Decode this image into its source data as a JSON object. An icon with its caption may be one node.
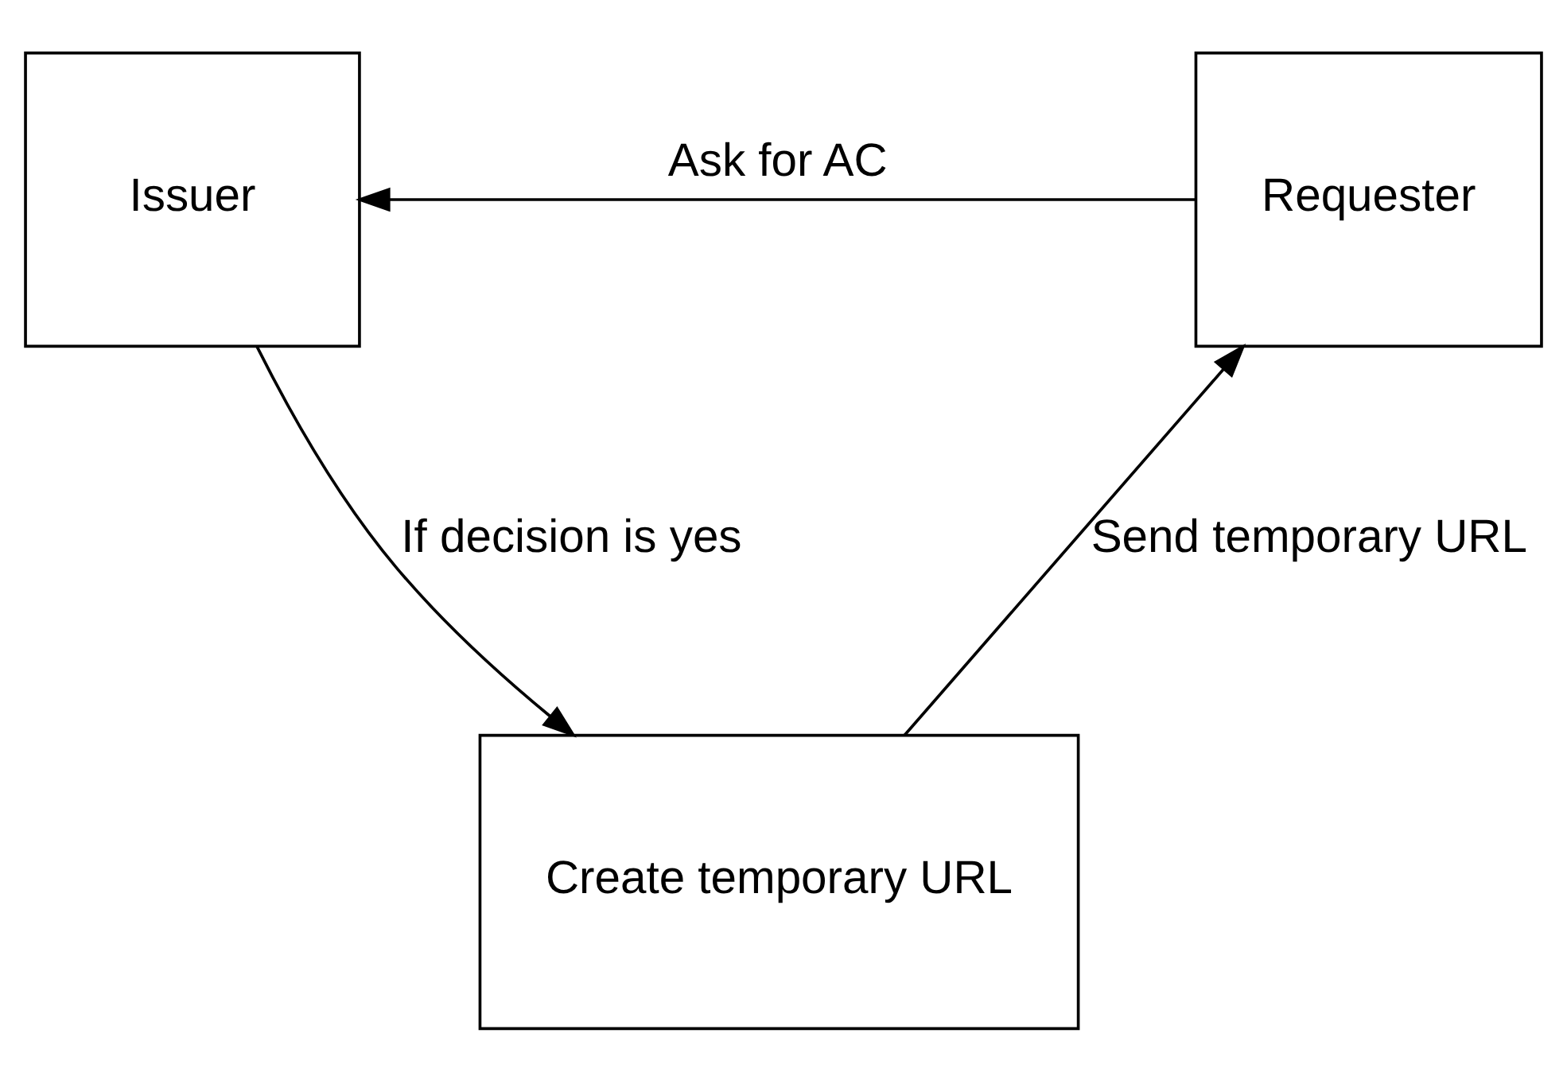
{
  "diagram": {
    "nodes": [
      {
        "text": [
          "Issuer"
        ]
      },
      {
        "text": [
          "Requester"
        ]
      },
      {
        "text": [
          "Create temporary URL"
        ]
      }
    ],
    "edges": [
      {
        "from": 1,
        "to": 0,
        "arrow": "to",
        "label": "Ask for AC"
      },
      {
        "from": 0,
        "to": 2,
        "arrow": "to",
        "label": "If decision is yes"
      },
      {
        "from": 2,
        "to": 1,
        "arrow": "to",
        "label": "Send temporary URL"
      }
    ]
  }
}
